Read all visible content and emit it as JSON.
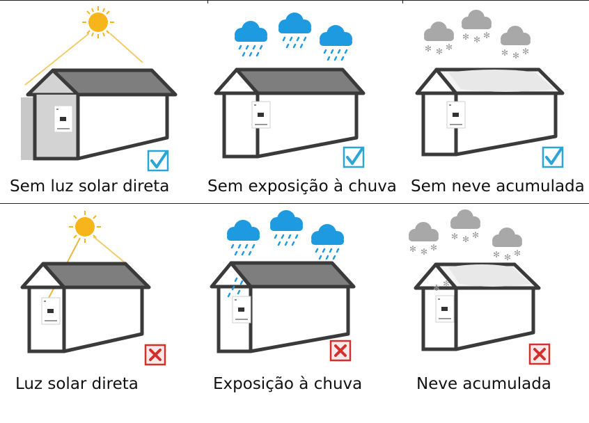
{
  "top_row": [
    {
      "caption": "Sem luz solar direta",
      "status": "check"
    },
    {
      "caption": "Sem exposição à chuva",
      "status": "check"
    },
    {
      "caption": "Sem neve acumulada",
      "status": "check"
    }
  ],
  "bottom_row": [
    {
      "caption": "Luz solar direta",
      "status": "cross"
    },
    {
      "caption": "Exposição à chuva",
      "status": "cross"
    },
    {
      "caption": "Neve acumulada",
      "status": "cross"
    }
  ],
  "colors": {
    "sun": "#f7b51c",
    "rain_cloud": "#1e9be0",
    "snow_cloud": "#a8a8a8",
    "roof": "#7e7e7e",
    "house_outline": "#3a3a3a",
    "check_mark": "#2aa6d6",
    "cross_mark": "#d0312d"
  },
  "icons": [
    "sun-icon",
    "rain-cloud-icon",
    "snow-cloud-icon",
    "house-icon",
    "inverter-icon",
    "checkmark-icon",
    "cross-icon"
  ]
}
